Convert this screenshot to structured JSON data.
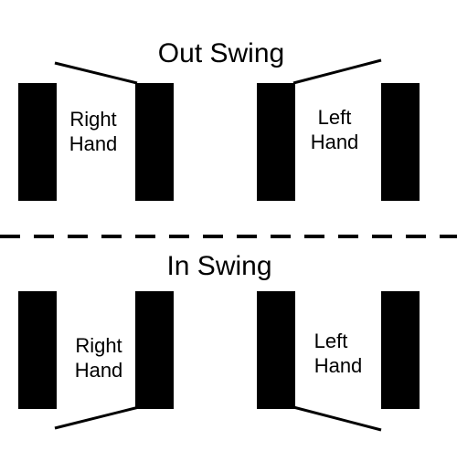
{
  "sections": {
    "out_swing": {
      "title": "Out Swing",
      "right_hand": {
        "line1": "Right",
        "line2": "Hand"
      },
      "left_hand": {
        "line1": "Left",
        "line2": "Hand"
      }
    },
    "in_swing": {
      "title": "In Swing",
      "right_hand": {
        "line1": "Right",
        "line2": "Hand"
      },
      "left_hand": {
        "line1": "Left",
        "line2": "Hand"
      }
    }
  },
  "colors": {
    "background": "#ffffff",
    "ink": "#000000"
  }
}
